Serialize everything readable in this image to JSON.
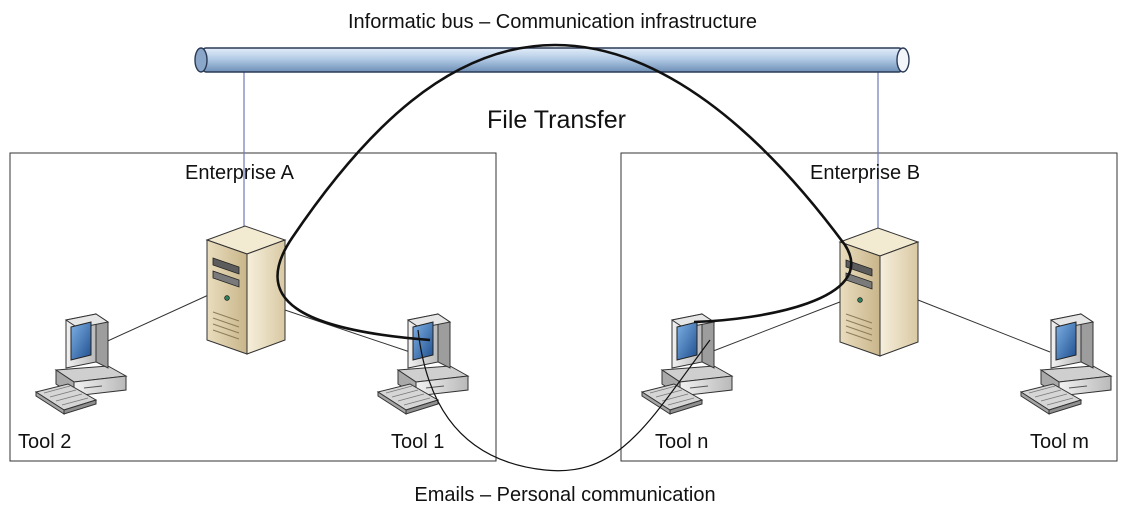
{
  "bus": {
    "label": "Informatic bus – Communication infrastructure"
  },
  "file_transfer": {
    "label": "File Transfer"
  },
  "emails": {
    "label": "Emails – Personal communication"
  },
  "enterprises": [
    {
      "label": "Enterprise A"
    },
    {
      "label": "Enterprise B"
    }
  ],
  "tools": [
    {
      "label": "Tool 2"
    },
    {
      "label": "Tool 1"
    },
    {
      "label": "Tool n"
    },
    {
      "label": "Tool m"
    }
  ],
  "colors": {
    "bus_fill": "#b8cfe8",
    "bus_stroke": "#2a3a55",
    "server_body": "#e7dcc2",
    "monitor_body": "#d8d8d8",
    "screen": "#3a78c0",
    "link_line": "#333333",
    "bus_drop": "#6f78b8"
  }
}
